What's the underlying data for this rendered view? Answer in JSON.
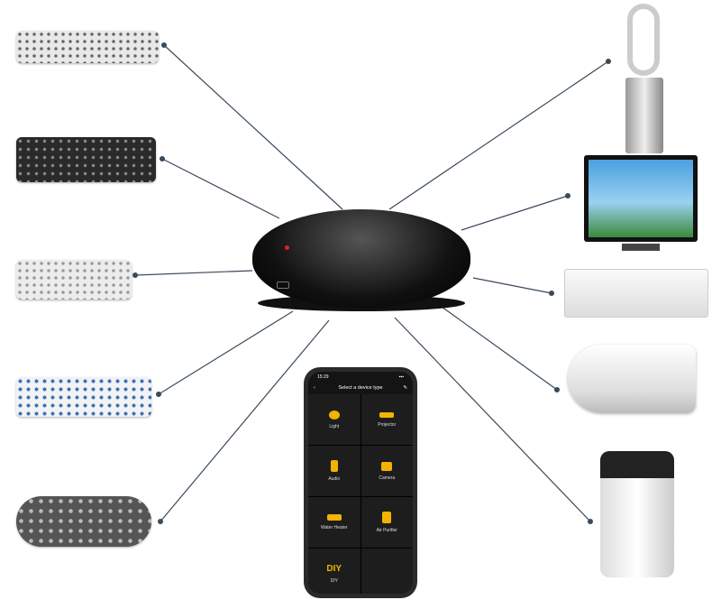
{
  "phone": {
    "time": "15:29",
    "title": "Select a device type",
    "devices": [
      {
        "label": "Light",
        "icon": "bulb-icon"
      },
      {
        "label": "Projector",
        "icon": "projector-icon"
      },
      {
        "label": "Audio",
        "icon": "speaker-icon"
      },
      {
        "label": "Camera",
        "icon": "camera-icon"
      },
      {
        "label": "Water Heater",
        "icon": "water-heater-icon"
      },
      {
        "label": "Air Purifier",
        "icon": "air-purifier-icon"
      },
      {
        "label": "DIY",
        "icon_text": "DIY"
      }
    ]
  },
  "colors": {
    "accent": "#f2b400",
    "hub": "#1a1a1a",
    "line": "#3a4a5a"
  }
}
